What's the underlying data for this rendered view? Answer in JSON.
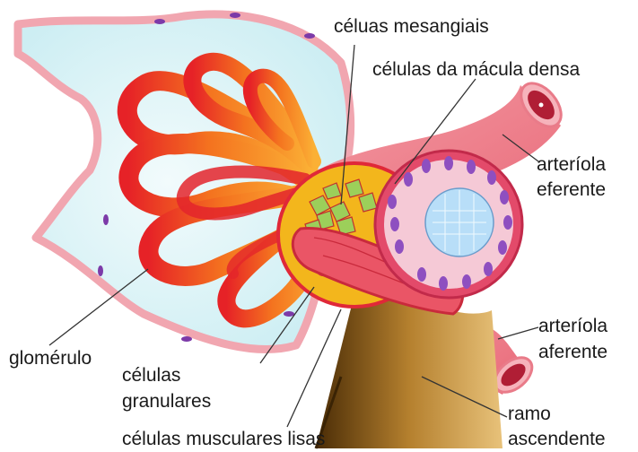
{
  "labels": {
    "mesangial": "céluas mesangiais",
    "macula_densa": "células da mácula densa",
    "efferent_line1": "arteríola",
    "efferent_line2": "eferente",
    "afferent_line1": "arteríola",
    "afferent_line2": "aferente",
    "glomerulus": "glomérulo",
    "granular_line1": "células",
    "granular_line2": "granulares",
    "smooth_muscle": "células musculares lisas",
    "ascending_line1": "ramo",
    "ascending_line2": "ascendente"
  },
  "colors": {
    "capsule_fill": "#def4f8",
    "capsule_wall": "#f1a6b0",
    "glomerular_loops_warm": "#f7a11c",
    "glomerular_loops_red": "#e5242a",
    "arteriole": "#f08a95",
    "arteriole_lumen": "#b01e35",
    "tubule_wall": "#dd3f63",
    "tubule_lumen": "#b8def8",
    "macula_cells": "#8e4fc0",
    "ascending_limb": "#7a4e12",
    "pointer_lines": "#333333"
  }
}
